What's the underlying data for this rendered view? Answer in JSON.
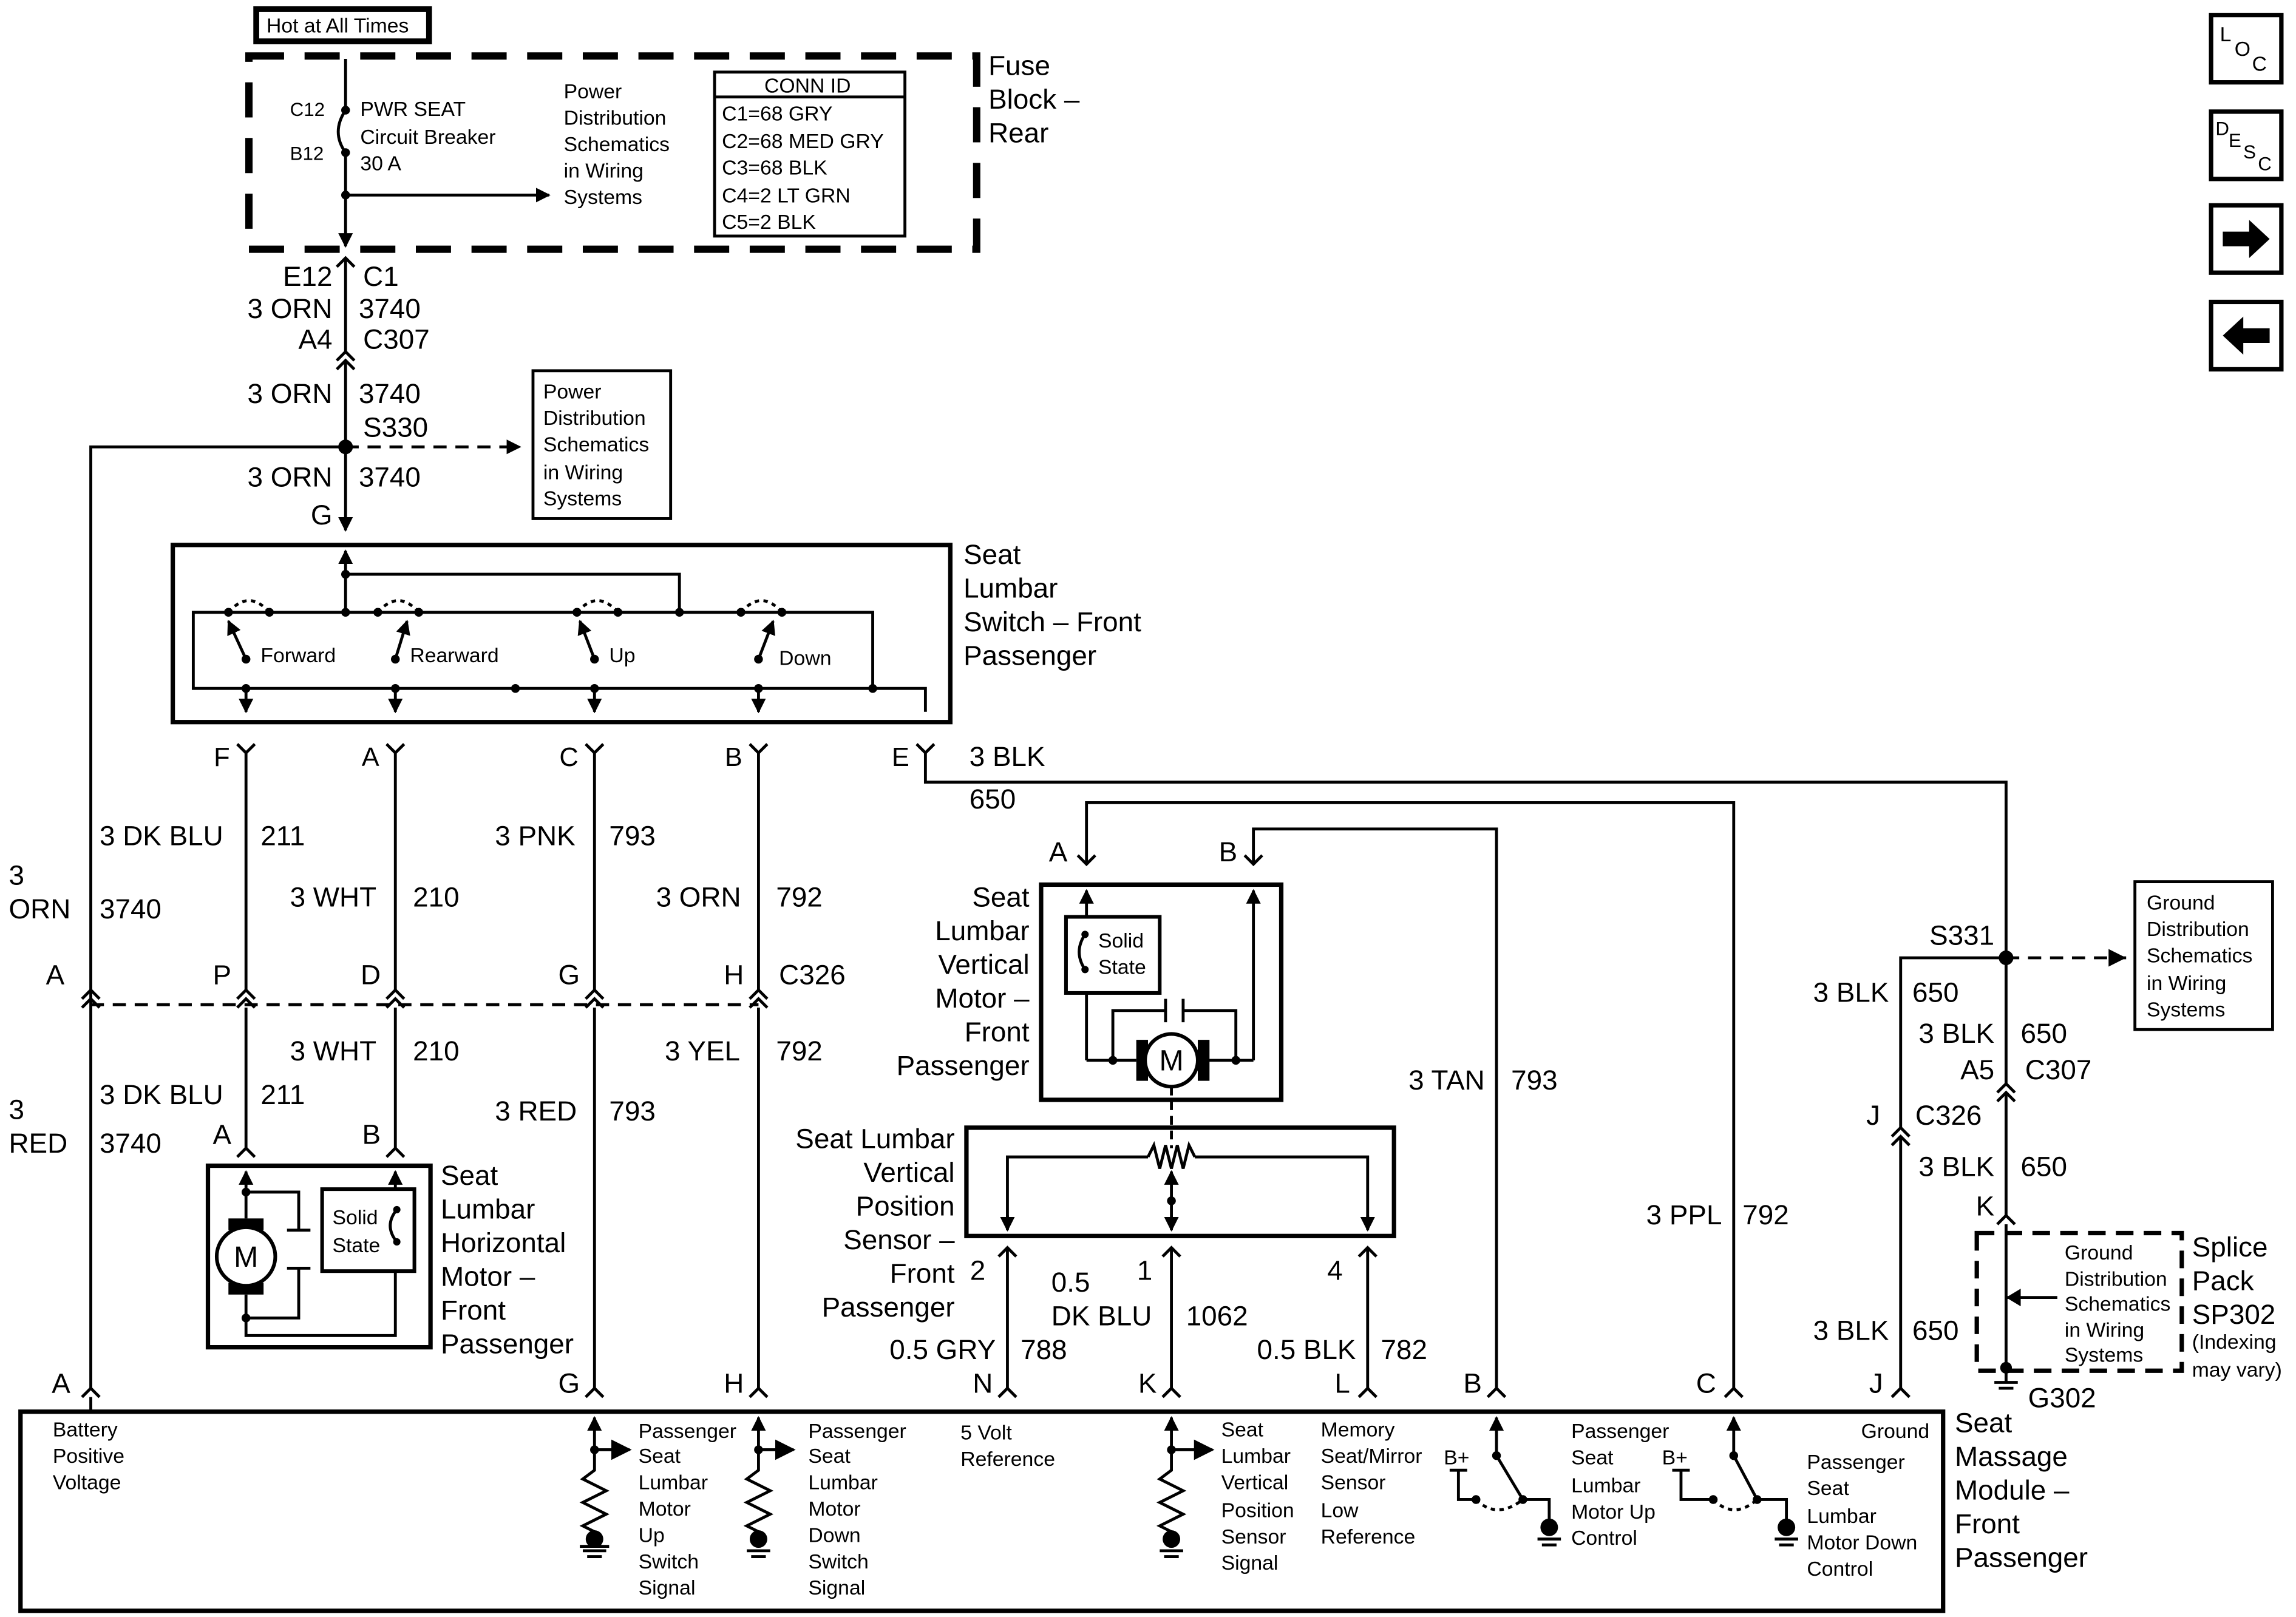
{
  "hot_label": "Hot at All Times",
  "fuse_block": {
    "title_lines": [
      "Fuse",
      "Block –",
      "Rear"
    ],
    "c12": "C12",
    "b12": "B12",
    "breaker_lines": [
      "PWR SEAT",
      "Circuit Breaker",
      "30 A"
    ],
    "power_ref_lines": [
      "Power",
      "Distribution",
      "Schematics",
      "in Wiring",
      "Systems"
    ],
    "conn_id_title": "CONN ID",
    "conn_ids": [
      "C1=68 GRY",
      "C2=68 MED GRY",
      "C3=68 BLK",
      "C4=2 LT GRN",
      "C5=2 BLK"
    ]
  },
  "feed": {
    "e12": "E12",
    "c1": "C1",
    "wire1_color": "3 ORN",
    "wire1_circuit": "3740",
    "a4": "A4",
    "c307": "C307",
    "wire2_color": "3 ORN",
    "wire2_circuit": "3740",
    "s330": "S330",
    "wire3_color": "3 ORN",
    "wire3_circuit": "3740",
    "g_pin": "G",
    "power_ref_lines": [
      "Power",
      "Distribution",
      "Schematics",
      "in Wiring",
      "Systems"
    ]
  },
  "switch": {
    "title_lines": [
      "Seat",
      "Lumbar",
      "Switch – Front",
      "Passenger"
    ],
    "forward": "Forward",
    "rearward": "Rearward",
    "up": "Up",
    "down": "Down",
    "pins": [
      "F",
      "A",
      "C",
      "B",
      "E"
    ]
  },
  "wires_upper": {
    "f_color": "3 DK BLU",
    "f_circuit": "211",
    "a_color": "3 WHT",
    "a_circuit": "210",
    "c_color": "3 PNK",
    "c_circuit": "793",
    "b_color": "3 ORN",
    "b_circuit": "792",
    "e_color": "3 BLK",
    "e_circuit": "650",
    "left_color_1": "3",
    "left_color_2": "ORN",
    "left_circuit": "3740"
  },
  "c326": {
    "label": "C326",
    "pins": [
      "A",
      "P",
      "D",
      "G",
      "H"
    ]
  },
  "wires_lower": {
    "left_color_1": "3",
    "left_color_2": "RED",
    "left_circuit": "3740",
    "p_color": "3 DK BLU",
    "p_circuit": "211",
    "d_color": "3 WHT",
    "d_circuit": "210",
    "g_color": "3 RED",
    "g_circuit": "793",
    "h_color": "3 YEL",
    "h_circuit": "792"
  },
  "horiz_motor": {
    "title_lines": [
      "Seat",
      "Lumbar",
      "Horizontal",
      "Motor –",
      "Front",
      "Passenger"
    ],
    "pin_a": "A",
    "pin_b": "B",
    "motor": "M",
    "solid_state_lines": [
      "Solid",
      "State"
    ]
  },
  "vert_motor": {
    "title_lines": [
      "Seat",
      "Lumbar",
      "Vertical",
      "Motor –",
      "Front",
      "Passenger"
    ],
    "pin_a": "A",
    "pin_b": "B",
    "motor": "M",
    "solid_state_lines": [
      "Solid",
      "State"
    ]
  },
  "sensor": {
    "title_lines": [
      "Seat Lumbar",
      "Vertical",
      "Position",
      "Sensor –",
      "Front",
      "Passenger"
    ],
    "pin2": "2",
    "pin1": "1",
    "pin4": "4",
    "w2_color": "0.5 GRY",
    "w2_circuit": "788",
    "w1_color_1": "0.5",
    "w1_color_2": "DK BLU",
    "w1_circuit": "1062",
    "w4_color": "0.5 BLK",
    "w4_circuit": "782"
  },
  "right_side": {
    "tan_color": "3 TAN",
    "tan_circuit": "793",
    "ppl_color": "3 PPL",
    "ppl_circuit": "792",
    "s331": "S331",
    "ground_ref_lines": [
      "Ground",
      "Distribution",
      "Schematics",
      "in Wiring",
      "Systems"
    ],
    "j_blk_color": "3 BLK",
    "j_blk_circuit": "650",
    "blk2_color": "3 BLK",
    "blk2_circuit": "650",
    "a5": "A5",
    "c307": "C307",
    "j_pin": "J",
    "c326": "C326",
    "blk3_color": "3 BLK",
    "blk3_circuit": "650",
    "k_pin": "K",
    "blk4_color": "3 BLK",
    "blk4_circuit": "650",
    "splice_lines": [
      "Splice",
      "Pack",
      "SP302",
      "(Indexing",
      "may vary)"
    ],
    "splice_ground_lines": [
      "Ground",
      "Distribution",
      "Schematics",
      "in Wiring",
      "Systems"
    ],
    "g302": "G302"
  },
  "module": {
    "title_lines": [
      "Seat",
      "Massage",
      "Module –",
      "Front",
      "Passenger"
    ],
    "pins": [
      "A",
      "G",
      "H",
      "N",
      "K",
      "L",
      "B",
      "C",
      "J"
    ],
    "battery_lines": [
      "Battery",
      "Positive",
      "Voltage"
    ],
    "up_signal_lines": [
      "Passenger",
      "Seat",
      "Lumbar",
      "Motor",
      "Up",
      "Switch",
      "Signal"
    ],
    "down_signal_lines": [
      "Passenger",
      "Seat",
      "Lumbar",
      "Motor",
      "Down",
      "Switch",
      "Signal"
    ],
    "ref5v_lines": [
      "5 Volt",
      "Reference"
    ],
    "pos_signal_lines": [
      "Seat",
      "Lumbar",
      "Vertical",
      "Position",
      "Sensor",
      "Signal"
    ],
    "low_ref_lines": [
      "Memory",
      "Seat/Mirror",
      "Sensor",
      "Low",
      "Reference"
    ],
    "bplus": "B+",
    "motor_up_lines": [
      "Passenger",
      "Seat",
      "Lumbar",
      "Motor Up",
      "Control"
    ],
    "ground_label": "Ground",
    "motor_down_lines": [
      "Passenger",
      "Seat",
      "Lumbar",
      "Motor Down",
      "Control"
    ]
  },
  "nav": {
    "loc": [
      "L",
      "O",
      "C"
    ],
    "desc": [
      "D",
      "E",
      "S",
      "C"
    ]
  }
}
